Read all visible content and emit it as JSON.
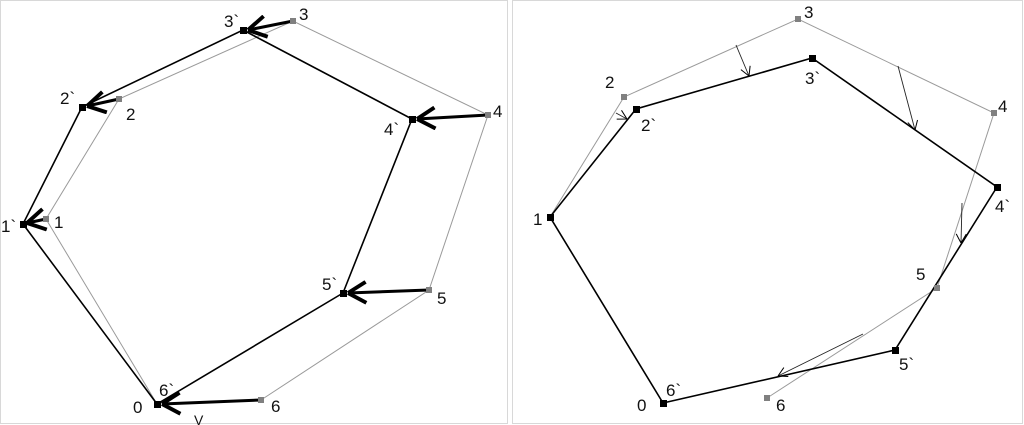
{
  "left_panel": {
    "labels": {
      "p0": "0",
      "p1": "1",
      "p2": "2",
      "p3": "3",
      "p4": "4",
      "p5": "5",
      "p6": "6",
      "p1p": "1`",
      "p2p": "2`",
      "p3p": "3`",
      "p4p": "4`",
      "p5p": "5`",
      "p6p": "6`",
      "v": "V"
    }
  },
  "right_panel": {
    "labels": {
      "p0": "0",
      "p1": "1",
      "p2": "2",
      "p3": "3",
      "p4": "4",
      "p5": "5",
      "p6": "6",
      "p2p": "2`",
      "p3p": "3`",
      "p4p": "4`",
      "p5p": "5`",
      "p6p": "6`"
    }
  }
}
